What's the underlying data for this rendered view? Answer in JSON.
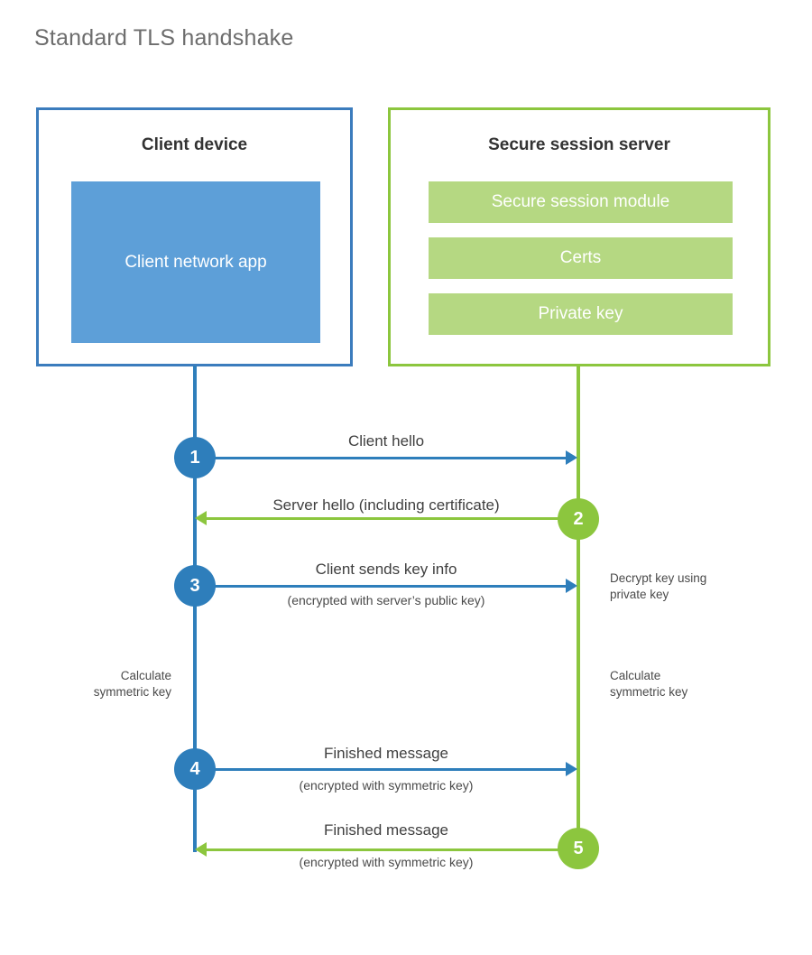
{
  "title": "Standard TLS handshake",
  "colors": {
    "client_blue": "#2e7ebb",
    "client_border": "#3b7cbd",
    "client_app_fill": "#5d9fd8",
    "server_green": "#8cc63e",
    "server_bar_fill": "#b5d882",
    "text_dark": "#3f3f3f",
    "title_gray": "#6d6d6d"
  },
  "client": {
    "title": "Client device",
    "app_label": "Client network app"
  },
  "server": {
    "title": "Secure session server",
    "bars": [
      {
        "label": "Secure session module"
      },
      {
        "label": "Certs"
      },
      {
        "label": "Private key"
      }
    ]
  },
  "steps": [
    {
      "number": "1",
      "side": "client",
      "direction": "right",
      "label": "Client hello",
      "sublabel": ""
    },
    {
      "number": "2",
      "side": "server",
      "direction": "left",
      "label": "Server hello (including certificate)",
      "sublabel": ""
    },
    {
      "number": "3",
      "side": "client",
      "direction": "right",
      "label": "Client sends key info",
      "sublabel": "(encrypted with server’s public key)"
    },
    {
      "number": "4",
      "side": "client",
      "direction": "right",
      "label": "Finished message",
      "sublabel": "(encrypted with symmetric key)"
    },
    {
      "number": "5",
      "side": "server",
      "direction": "left",
      "label": "Finished message",
      "sublabel": "(encrypted with symmetric key)"
    }
  ],
  "notes": {
    "decrypt_key": "Decrypt key using\nprivate key",
    "decrypt_key_line1": "Decrypt key using",
    "decrypt_key_line2": "private key",
    "client_calculate_line1": "Calculate",
    "client_calculate_line2": "symmetric key",
    "server_calculate_line1": "Calculate",
    "server_calculate_line2": "symmetric key"
  }
}
